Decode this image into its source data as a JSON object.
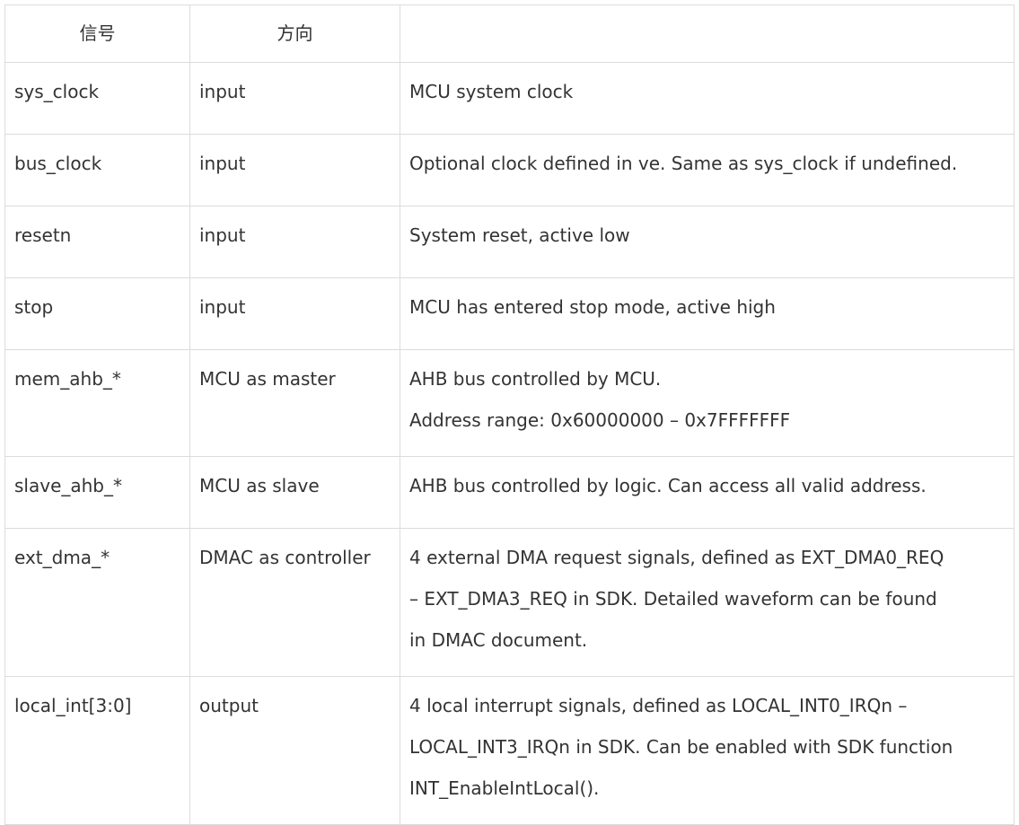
{
  "table": {
    "headers": [
      "信号",
      "方向",
      ""
    ],
    "rows": [
      {
        "signal": "sys_clock",
        "direction": "input",
        "description": [
          "MCU system clock"
        ]
      },
      {
        "signal": "bus_clock",
        "direction": "input",
        "description": [
          "Optional clock defined in ve. Same as sys_clock if undefined."
        ]
      },
      {
        "signal": "resetn",
        "direction": "input",
        "description": [
          "System reset, active low"
        ]
      },
      {
        "signal": "stop",
        "direction": "input",
        "description": [
          "MCU has entered stop mode, active high"
        ]
      },
      {
        "signal": "mem_ahb_*",
        "direction": "MCU as master",
        "description": [
          "AHB bus controlled by MCU.",
          "Address range: 0x60000000 – 0x7FFFFFFF"
        ]
      },
      {
        "signal": "slave_ahb_*",
        "direction": "MCU as slave",
        "description": [
          "AHB bus controlled by logic. Can access all valid address."
        ]
      },
      {
        "signal": "ext_dma_*",
        "direction": "DMAC as controller",
        "description": [
          "4 external DMA request signals, defined as EXT_DMA0_REQ",
          "– EXT_DMA3_REQ in SDK. Detailed waveform can be found",
          "in DMAC document."
        ]
      },
      {
        "signal": "local_int[3:0]",
        "direction": "output",
        "description": [
          "4 local interrupt signals, defined as LOCAL_INT0_IRQn –",
          "LOCAL_INT3_IRQn in SDK. Can be enabled with SDK function",
          "INT_EnableIntLocal()."
        ]
      }
    ]
  }
}
